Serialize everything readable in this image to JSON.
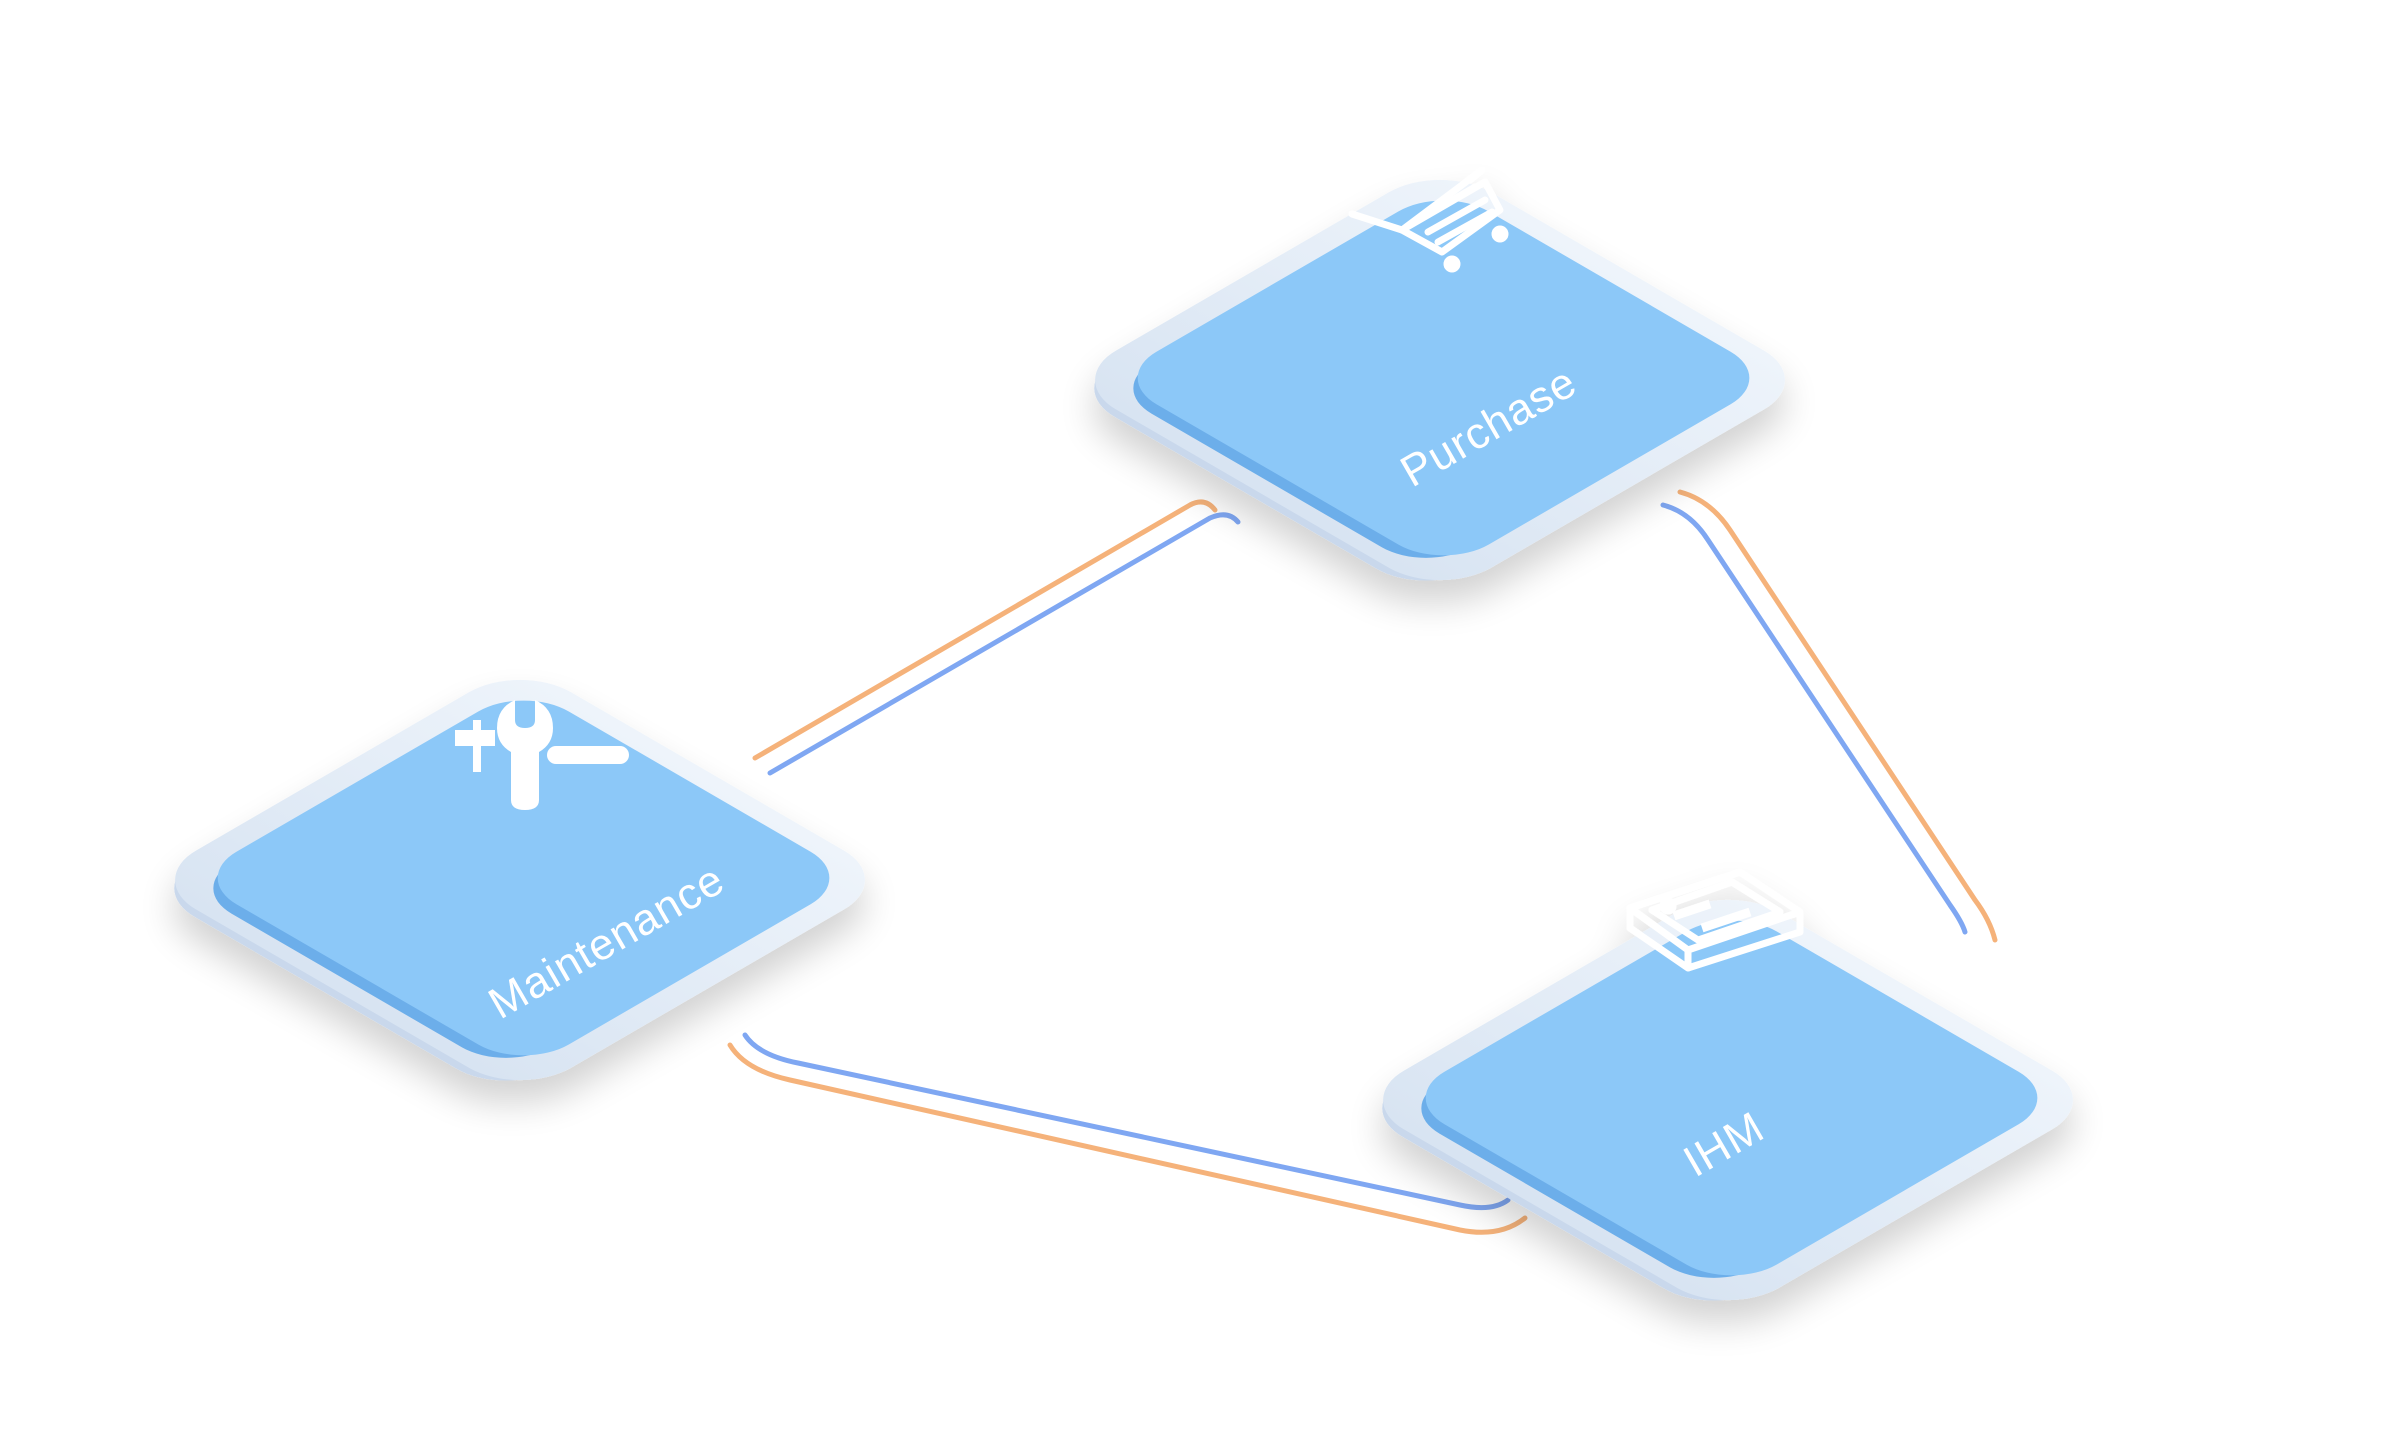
{
  "nodes": [
    {
      "id": "maintenance",
      "label": "Maintenance",
      "icon": "wrench-screwdriver-icon"
    },
    {
      "id": "purchase",
      "label": "Purchase",
      "icon": "shopping-cart-icon"
    },
    {
      "id": "ihm",
      "label": "IHM",
      "icon": "control-panel-icon"
    }
  ],
  "connections": [
    {
      "from": "maintenance",
      "to": "purchase"
    },
    {
      "from": "purchase",
      "to": "ihm"
    },
    {
      "from": "maintenance",
      "to": "ihm"
    }
  ],
  "colors": {
    "tile_top": "#8CC8F8",
    "tile_side": "#6CAEEA",
    "base_top": "#E8F0FA",
    "base_side": "#C9D8EC",
    "cable_orange": "#F5B27A",
    "cable_blue": "#7FA7F2",
    "label": "#FFFFFF"
  }
}
